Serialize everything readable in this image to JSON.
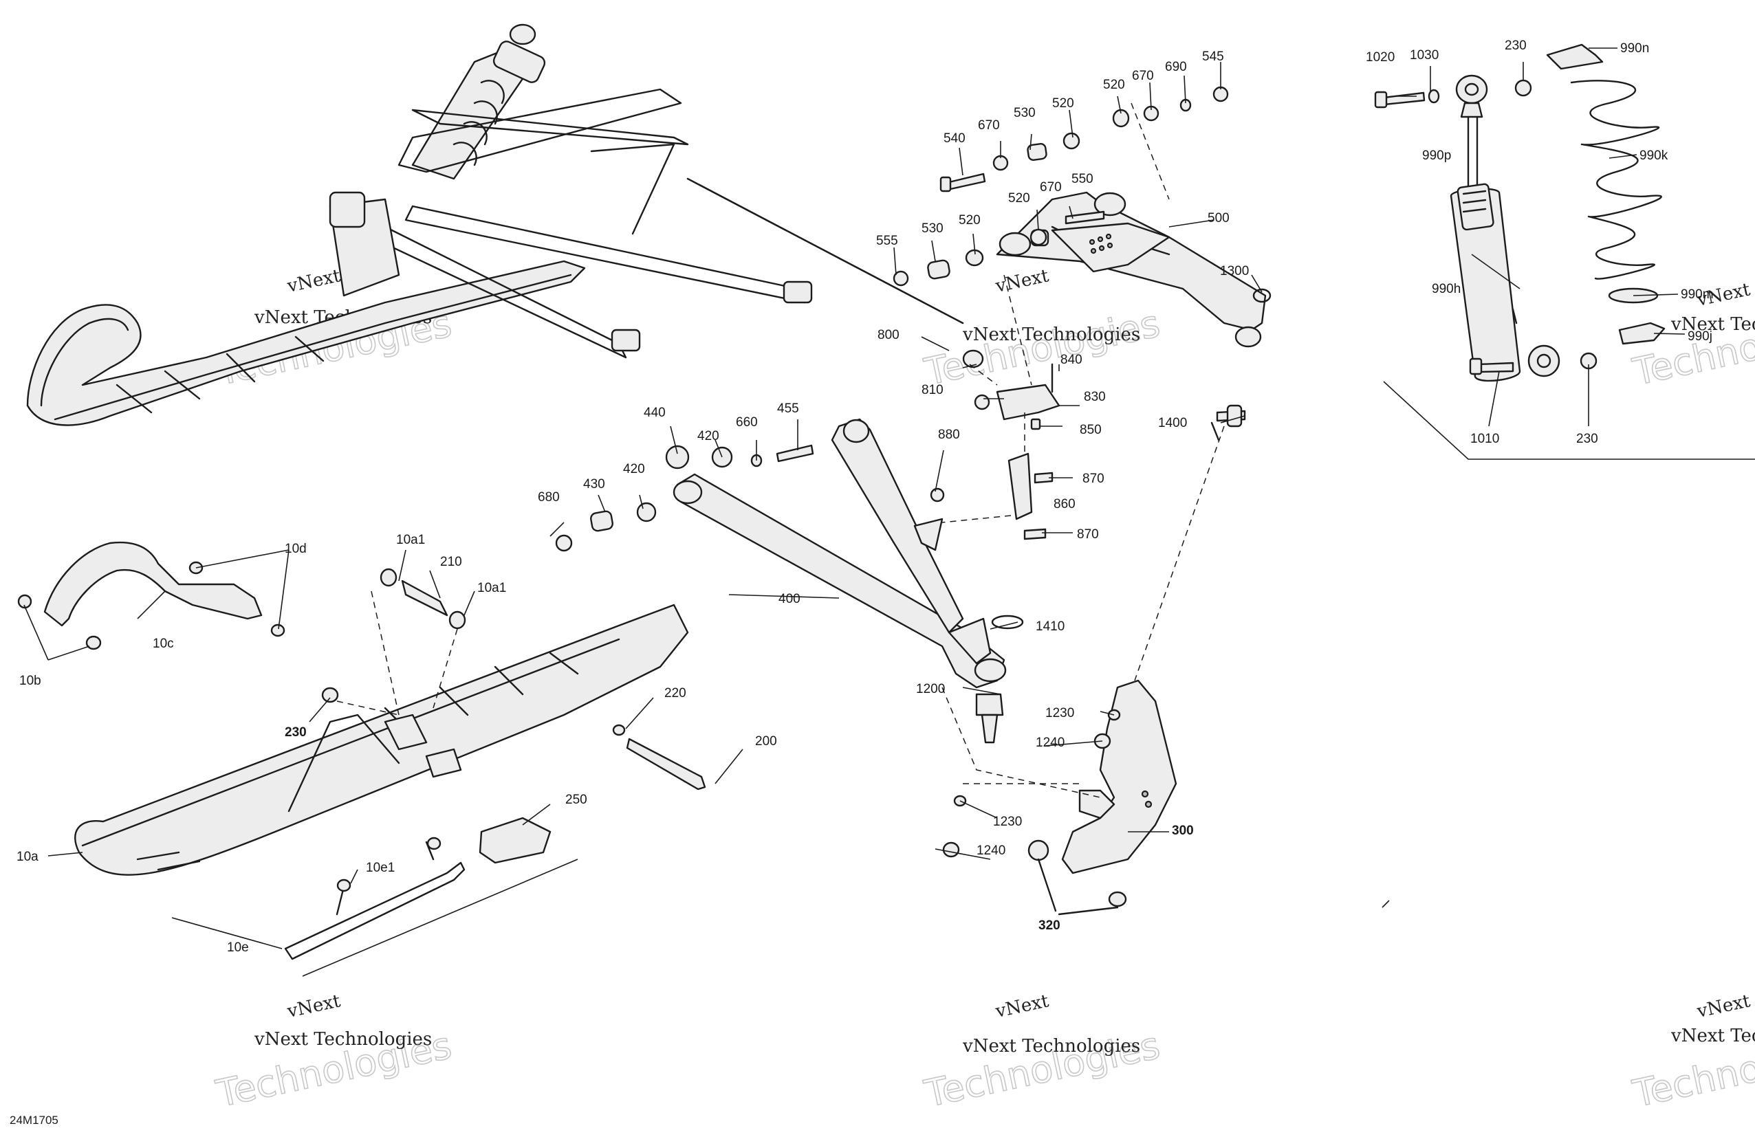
{
  "diagram": {
    "code": "24M1705",
    "watermark": {
      "top": "vNext",
      "line": "vNext Technologies",
      "big": "Technologies"
    },
    "labels": [
      {
        "id": "l1020",
        "text": "1020"
      },
      {
        "id": "l1030",
        "text": "1030"
      },
      {
        "id": "l230a",
        "text": "230"
      },
      {
        "id": "l990n",
        "text": "990n"
      },
      {
        "id": "l990k",
        "text": "990k"
      },
      {
        "id": "l990p",
        "text": "990p"
      },
      {
        "id": "l990h",
        "text": "990h"
      },
      {
        "id": "l990m",
        "text": "990m"
      },
      {
        "id": "l990j",
        "text": "990j"
      },
      {
        "id": "l1010",
        "text": "1010"
      },
      {
        "id": "l230b",
        "text": "230"
      },
      {
        "id": "l520a",
        "text": "520"
      },
      {
        "id": "l670a",
        "text": "670"
      },
      {
        "id": "l690",
        "text": "690"
      },
      {
        "id": "l545",
        "text": "545"
      },
      {
        "id": "l540",
        "text": "540"
      },
      {
        "id": "l670b",
        "text": "670"
      },
      {
        "id": "l530a",
        "text": "530"
      },
      {
        "id": "l520b",
        "text": "520"
      },
      {
        "id": "l520c",
        "text": "520"
      },
      {
        "id": "l670c",
        "text": "670"
      },
      {
        "id": "l550",
        "text": "550"
      },
      {
        "id": "l555",
        "text": "555"
      },
      {
        "id": "l530b",
        "text": "530"
      },
      {
        "id": "l520d",
        "text": "520"
      },
      {
        "id": "l500",
        "text": "500"
      },
      {
        "id": "l1300",
        "text": "1300"
      },
      {
        "id": "l800",
        "text": "800"
      },
      {
        "id": "l810",
        "text": "810"
      },
      {
        "id": "l840",
        "text": "840"
      },
      {
        "id": "l830",
        "text": "830"
      },
      {
        "id": "l850",
        "text": "850"
      },
      {
        "id": "l880",
        "text": "880"
      },
      {
        "id": "l1400",
        "text": "1400"
      },
      {
        "id": "l870a",
        "text": "870"
      },
      {
        "id": "l860",
        "text": "860"
      },
      {
        "id": "l870b",
        "text": "870"
      },
      {
        "id": "l440",
        "text": "440"
      },
      {
        "id": "l420a",
        "text": "420"
      },
      {
        "id": "l660",
        "text": "660"
      },
      {
        "id": "l455",
        "text": "455"
      },
      {
        "id": "l420b",
        "text": "420"
      },
      {
        "id": "l430",
        "text": "430"
      },
      {
        "id": "l680",
        "text": "680"
      },
      {
        "id": "l400",
        "text": "400"
      },
      {
        "id": "l1410",
        "text": "1410"
      },
      {
        "id": "l1200",
        "text": "1200"
      },
      {
        "id": "l1230a",
        "text": "1230"
      },
      {
        "id": "l1240a",
        "text": "1240"
      },
      {
        "id": "l1230b",
        "text": "1230"
      },
      {
        "id": "l1240b",
        "text": "1240"
      },
      {
        "id": "l300",
        "text": "300"
      },
      {
        "id": "l320",
        "text": "320"
      },
      {
        "id": "l10d",
        "text": "10d"
      },
      {
        "id": "l10c",
        "text": "10c"
      },
      {
        "id": "l10b",
        "text": "10b"
      },
      {
        "id": "l10a1a",
        "text": "10a1"
      },
      {
        "id": "l210",
        "text": "210"
      },
      {
        "id": "l10a1b",
        "text": "10a1"
      },
      {
        "id": "l230c",
        "text": "230"
      },
      {
        "id": "l220",
        "text": "220"
      },
      {
        "id": "l200",
        "text": "200"
      },
      {
        "id": "l250",
        "text": "250"
      },
      {
        "id": "l10a",
        "text": "10a"
      },
      {
        "id": "l10e1",
        "text": "10e1"
      },
      {
        "id": "l10e",
        "text": "10e"
      }
    ]
  }
}
